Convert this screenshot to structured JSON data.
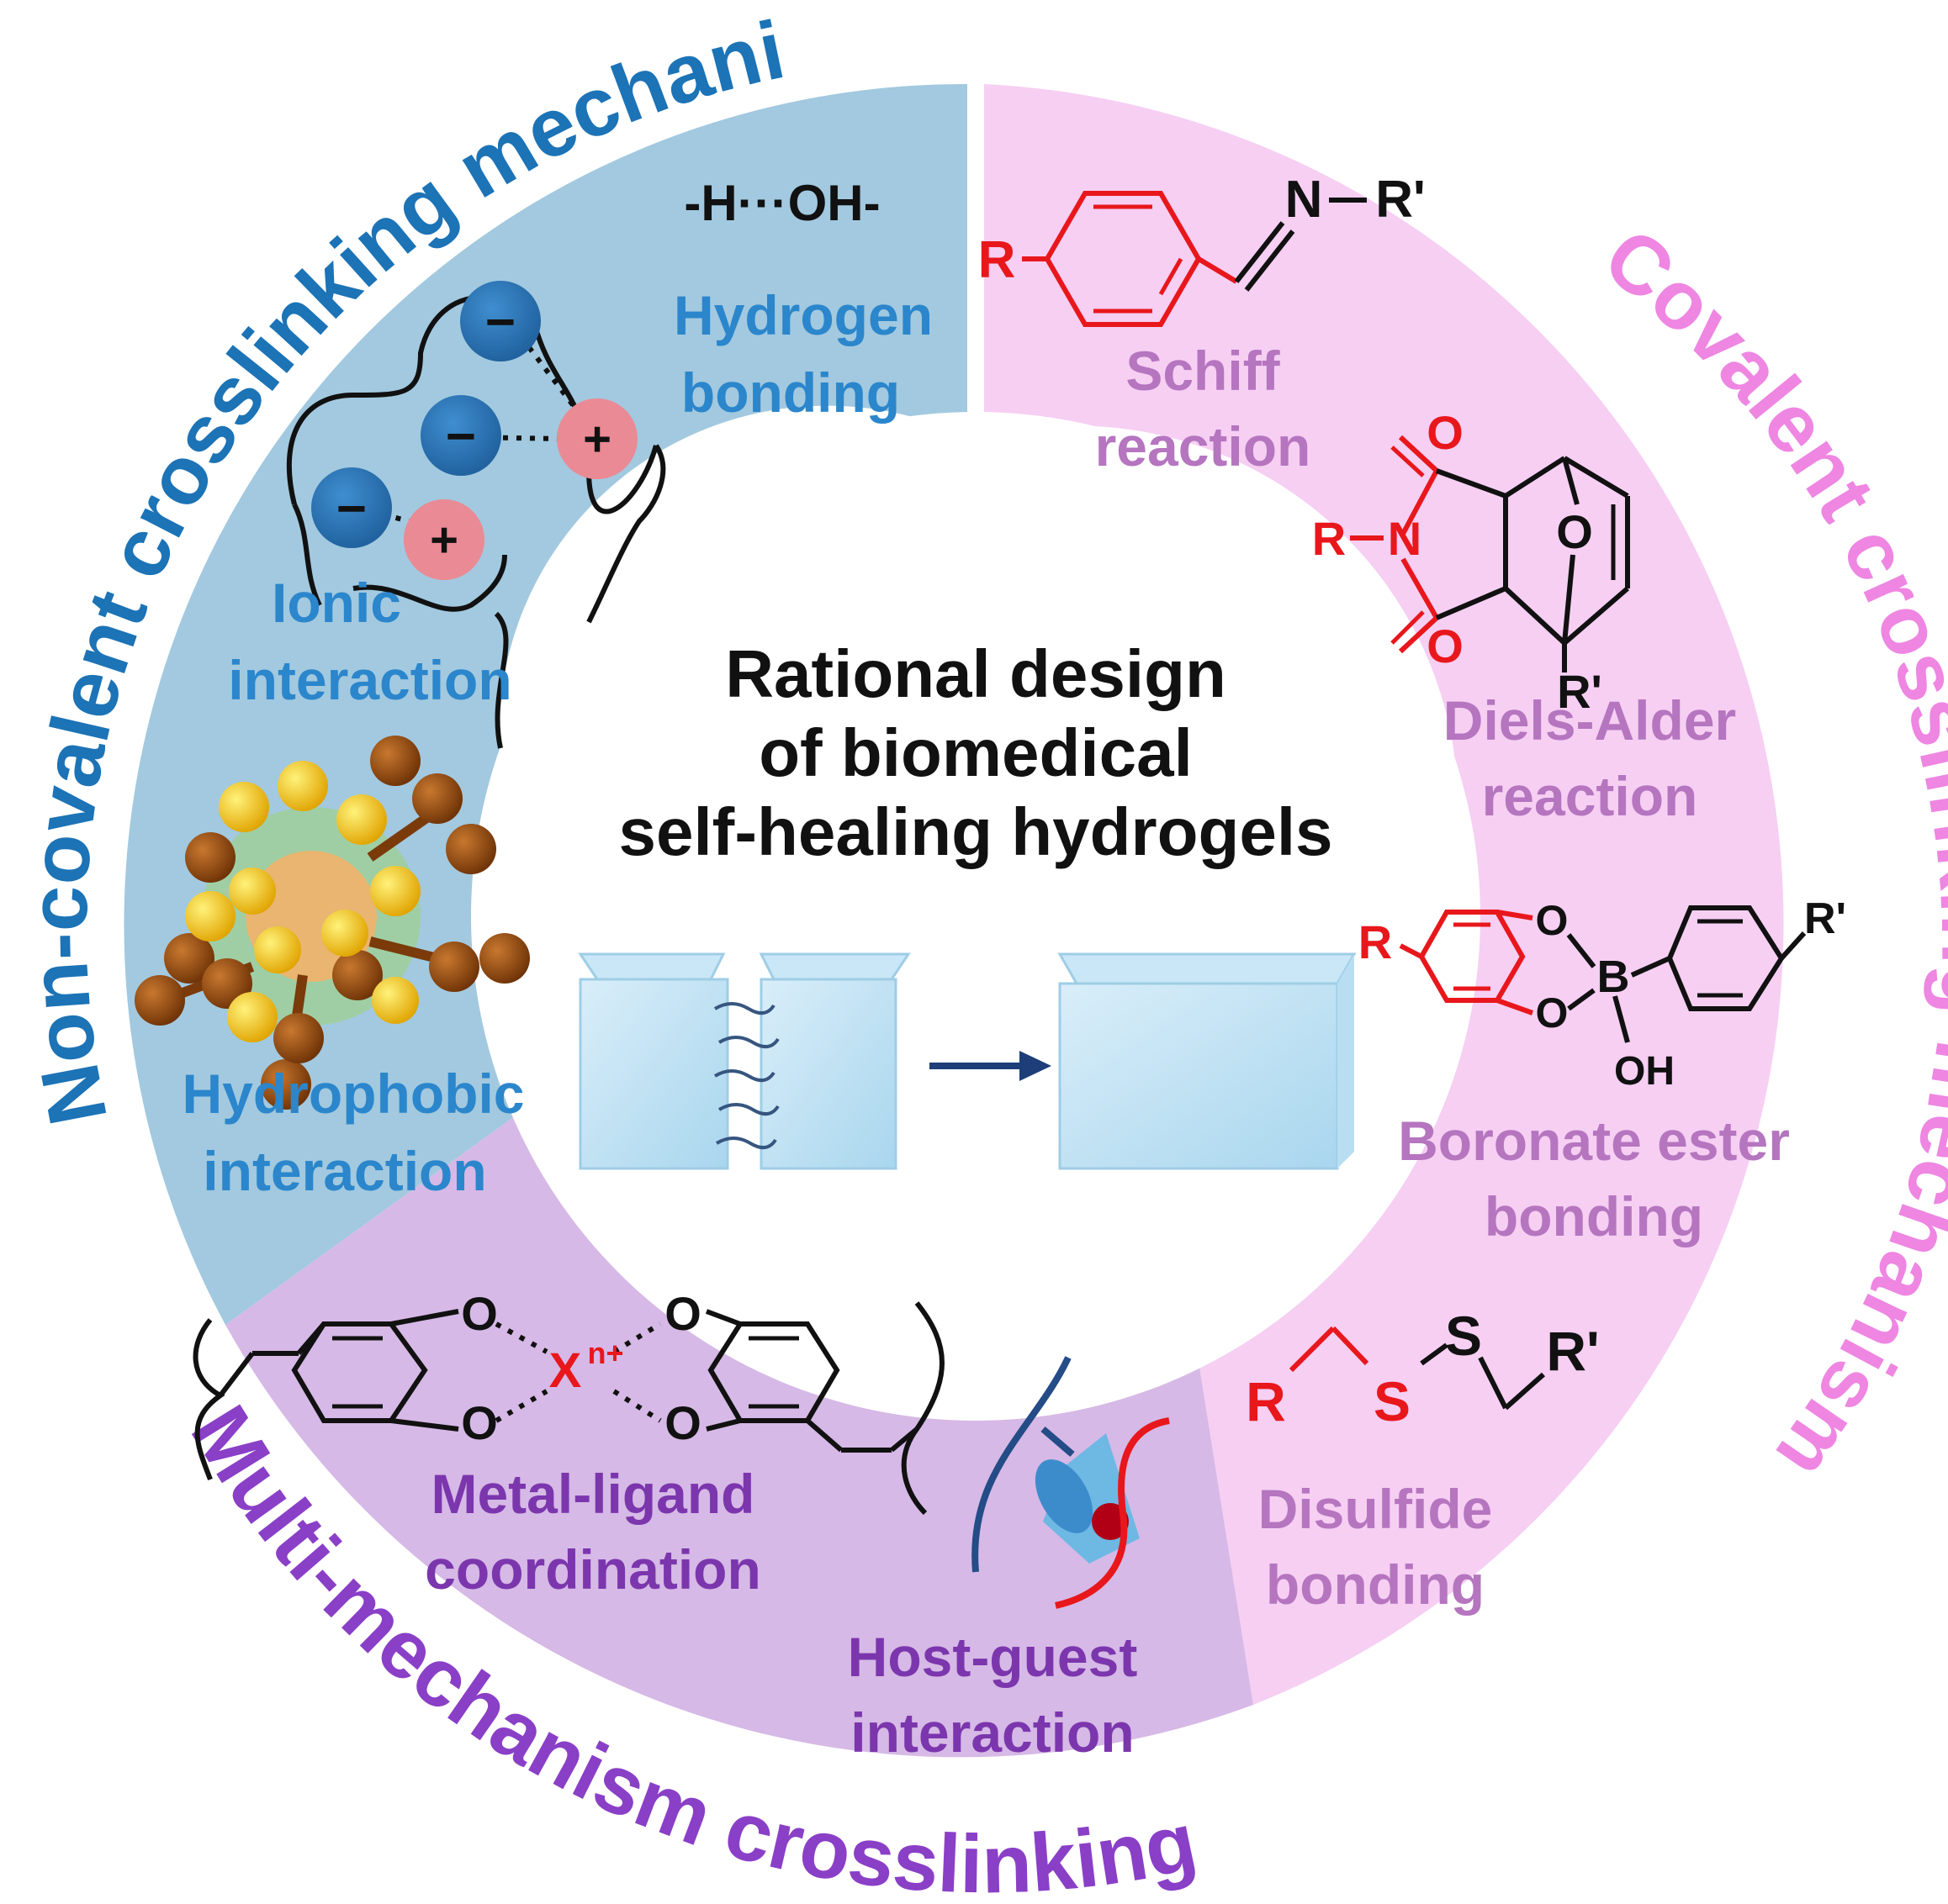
{
  "center": {
    "title_lines": [
      "Rational design",
      "of biomedical",
      "self-healing hydrogels"
    ]
  },
  "rings": {
    "noncovalent": {
      "title": "Non-covalent crosslinking mechanism",
      "color": "#1c73b6"
    },
    "covalent": {
      "title": "Covalent crosslinking mechanism",
      "color": "#ee86e2"
    },
    "multi": {
      "title": "Multi-mechanism crosslinking",
      "color": "#8a3fc7"
    }
  },
  "colors": {
    "noncovalent_fill": "#a2c9df",
    "covalent_fill": "#f6cff3",
    "multi_fill": "#d6b9e6",
    "noncovalent_label": "#2b86cc",
    "covalent_label": "#b575bf",
    "multi_label": "#7b36ad",
    "chem_red": "#e8171c"
  },
  "labels": {
    "hbond_formula": "-H···OH-",
    "hbond": [
      "Hydrogen",
      "bonding"
    ],
    "ionic": [
      "Ionic",
      "interaction"
    ],
    "hydrophobic": [
      "Hydrophobic",
      "interaction"
    ],
    "schiff": [
      "Schiff",
      "reaction"
    ],
    "diels": [
      "Diels-Alder",
      "reaction"
    ],
    "boronate": [
      "Boronate ester",
      "bonding"
    ],
    "disulfide": [
      "Disulfide",
      "bonding"
    ],
    "metal": [
      "Metal-ligand",
      "coordination"
    ],
    "hostguest": [
      "Host-guest",
      "interaction"
    ]
  },
  "chem": {
    "schiff": {
      "R": "R",
      "N": "N",
      "Rp": "R'"
    },
    "diels": {
      "R": "R",
      "N": "N",
      "O": "O",
      "Rp": "R'"
    },
    "boronate": {
      "R": "R",
      "O": "O",
      "B": "B",
      "OH": "OH",
      "Rp": "R'"
    },
    "disulfide": {
      "R": "R",
      "S": "S",
      "Rp": "R'"
    },
    "metal": {
      "O": "O",
      "X": "X",
      "X_sup": "n+"
    },
    "charges": {
      "minus": "−",
      "plus": "+"
    }
  }
}
